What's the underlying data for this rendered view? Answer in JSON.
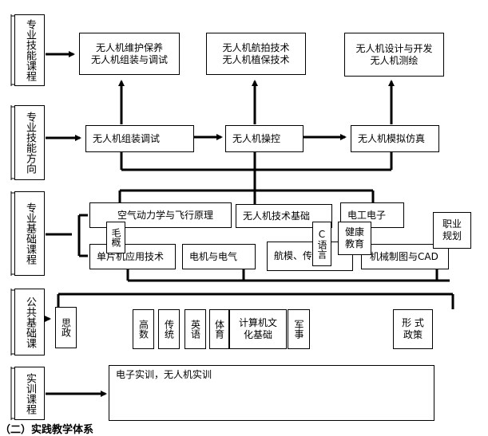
{
  "categories": [
    {
      "id": "skills-courses",
      "label": "专业技能课程"
    },
    {
      "id": "skills-direction",
      "label": "专业技能方向"
    },
    {
      "id": "foundation-courses",
      "label": "专业基础课程"
    },
    {
      "id": "public-courses",
      "label": "公共基础课"
    },
    {
      "id": "practical-courses",
      "label": "实训课程"
    }
  ],
  "skills_courses": [
    {
      "lines": [
        "无人机维护保养",
        "无人机组装与调试"
      ]
    },
    {
      "lines": [
        "无人机航拍技术",
        "无人机植保技术"
      ]
    },
    {
      "lines": [
        "无人机设计与开发",
        "无人机测绘"
      ]
    }
  ],
  "directions": [
    "无人机组装调试",
    "无人机操控",
    "无人机模拟仿真"
  ],
  "foundation": {
    "aero": "空气动力学与飞行原理",
    "tech_base": "无人机技术基础",
    "electronics": "电工电子",
    "microcontroller": "单片机应用技术",
    "motor": "电机与电气",
    "aero_models": "航模、传感器",
    "mechanical": "机械制图与CAD",
    "mao_fragment": "毛概",
    "c_language": "C语言",
    "health": "健康教育",
    "career": "职业规划"
  },
  "public": {
    "ideology": "思政",
    "math": "高数",
    "tradition": "传统",
    "english": "英语",
    "pe": "体育",
    "computer_line1": "计算机文",
    "computer_line2": "化基础",
    "military": "军事",
    "policy_line1": "形 式",
    "policy_line2": "政策"
  },
  "practical": {
    "text": "电子实训，无人机实训"
  },
  "caption": "（二）实践教学体系"
}
